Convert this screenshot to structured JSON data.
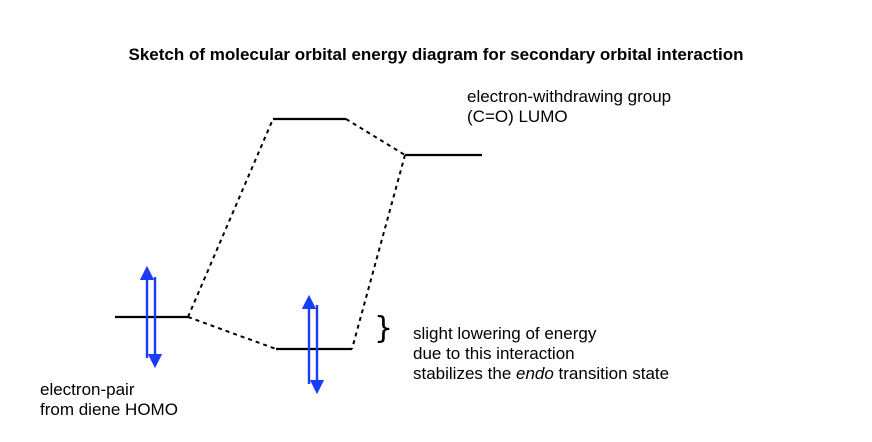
{
  "title": "Sketch of molecular orbital energy diagram for secondary orbital interaction",
  "lumo_label": {
    "line1": "electron-withdrawing group",
    "line2": "(C=O) LUMO"
  },
  "lowering_label": {
    "line1": "slight lowering of energy",
    "line2": "due to this interaction",
    "line3_prefix": "stabilizes the ",
    "line3_emph": "endo",
    "line3_suffix": " transition state"
  },
  "homo_label": {
    "line1": "electron-pair",
    "line2": "from diene HOMO"
  },
  "brace_glyph": "}",
  "colors": {
    "level_line": "#000000",
    "electron_arrow": "#1a3cff"
  },
  "icons": [
    "electron-spin-up-arrow-icon",
    "electron-spin-down-arrow-icon",
    "curly-brace-icon"
  ]
}
